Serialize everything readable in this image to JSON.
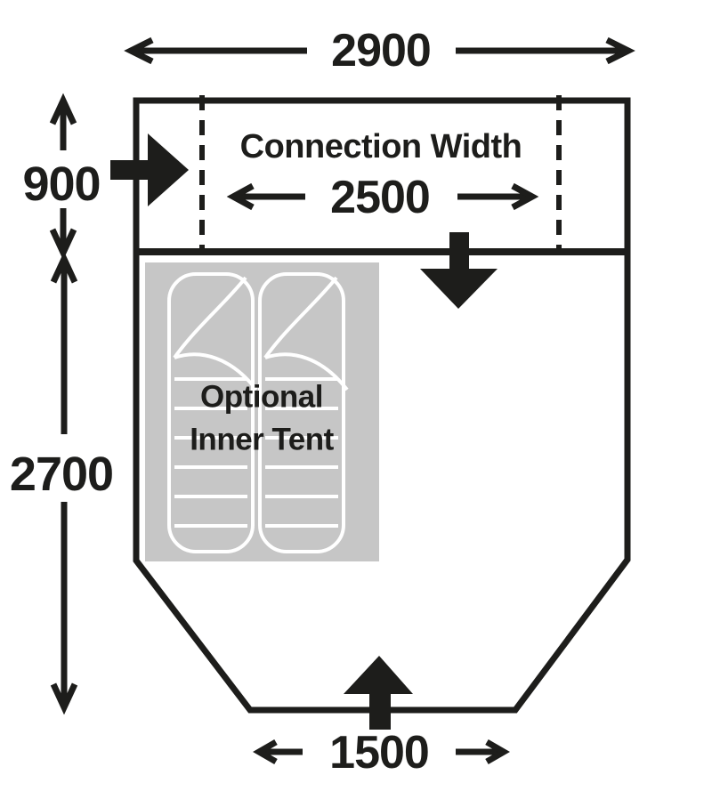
{
  "labels": {
    "connection_width": "Connection Width",
    "inner_tent_line1": "Optional",
    "inner_tent_line2": "Inner Tent"
  },
  "dimensions": {
    "overall_width_mm": "2900",
    "connection_width_mm": "2500",
    "front_section_depth_mm": "900",
    "main_section_depth_mm": "2700",
    "rear_width_mm": "1500"
  },
  "colors": {
    "ink": "#1d1d1b",
    "panel": "#c6c6c6",
    "bag_line": "#ffffff",
    "background": "#ffffff"
  }
}
